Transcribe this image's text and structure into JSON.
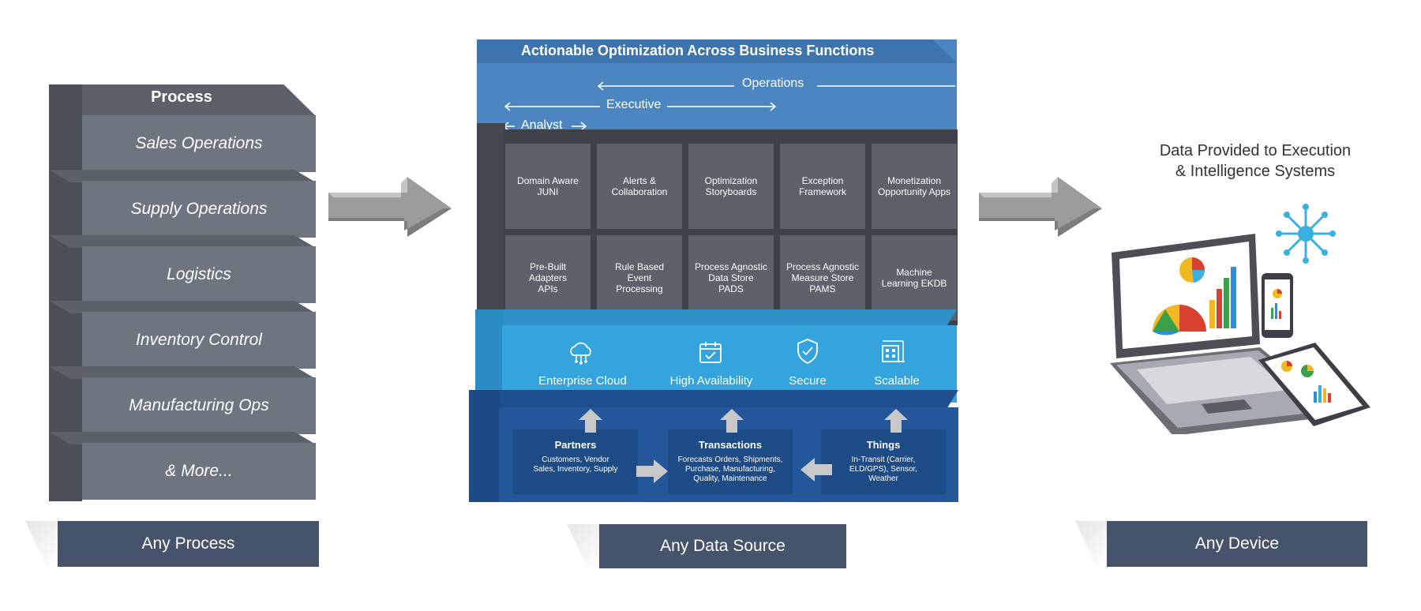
{
  "process": {
    "title": "Process",
    "items": [
      "Sales Operations",
      "Supply Operations",
      "Logistics",
      "Inventory Control",
      "Manufacturing Ops",
      "& More..."
    ]
  },
  "labels": {
    "any_process": "Any Process",
    "any_data_source": "Any Data Source",
    "any_device": "Any Device"
  },
  "platform": {
    "title": "Actionable Optimization Across Business Functions",
    "roles": {
      "operations": "Operations",
      "executive": "Executive",
      "analyst": "Analyst"
    },
    "row1": [
      [
        "Domain Aware",
        "JUNI"
      ],
      [
        "Alerts &",
        "Collaboration"
      ],
      [
        "Optimization",
        "Storyboards"
      ],
      [
        "Exception",
        "Framework"
      ],
      [
        "Monetization",
        "Opportunity Apps"
      ]
    ],
    "row2": [
      [
        "Pre-Built",
        "Adapters",
        "APIs"
      ],
      [
        "Rule Based",
        "Event",
        "Processing"
      ],
      [
        "Process Agnostic",
        "Data Store",
        "PADS"
      ],
      [
        "Process Agnostic",
        "Measure Store",
        "PAMS"
      ],
      [
        "Machine",
        "Learning EKDB"
      ]
    ],
    "features": [
      "Enterprise Cloud",
      "High Availability",
      "Secure",
      "Scalable"
    ],
    "sources": [
      {
        "title": "Partners",
        "lines": [
          "Customers, Vendor",
          "Sales, Inventory, Supply"
        ]
      },
      {
        "title": "Transactions",
        "lines": [
          "Forecasts Orders, Shipments,",
          "Purchase, Manufacturing,",
          "Quality, Maintenance"
        ]
      },
      {
        "title": "Things",
        "lines": [
          "In-Transit (Carrier,",
          "ELD/GPS), Sensor,",
          "Weather"
        ]
      }
    ]
  },
  "device": {
    "title_line1": "Data Provided to Execution",
    "title_line2": "& Intelligence Systems"
  },
  "colors": {
    "process_front": "#6f7580",
    "label_bg": "#45536b",
    "top_band": "#4b86c0",
    "feature_band": "#35a4dd",
    "source_band": "#24579a"
  }
}
